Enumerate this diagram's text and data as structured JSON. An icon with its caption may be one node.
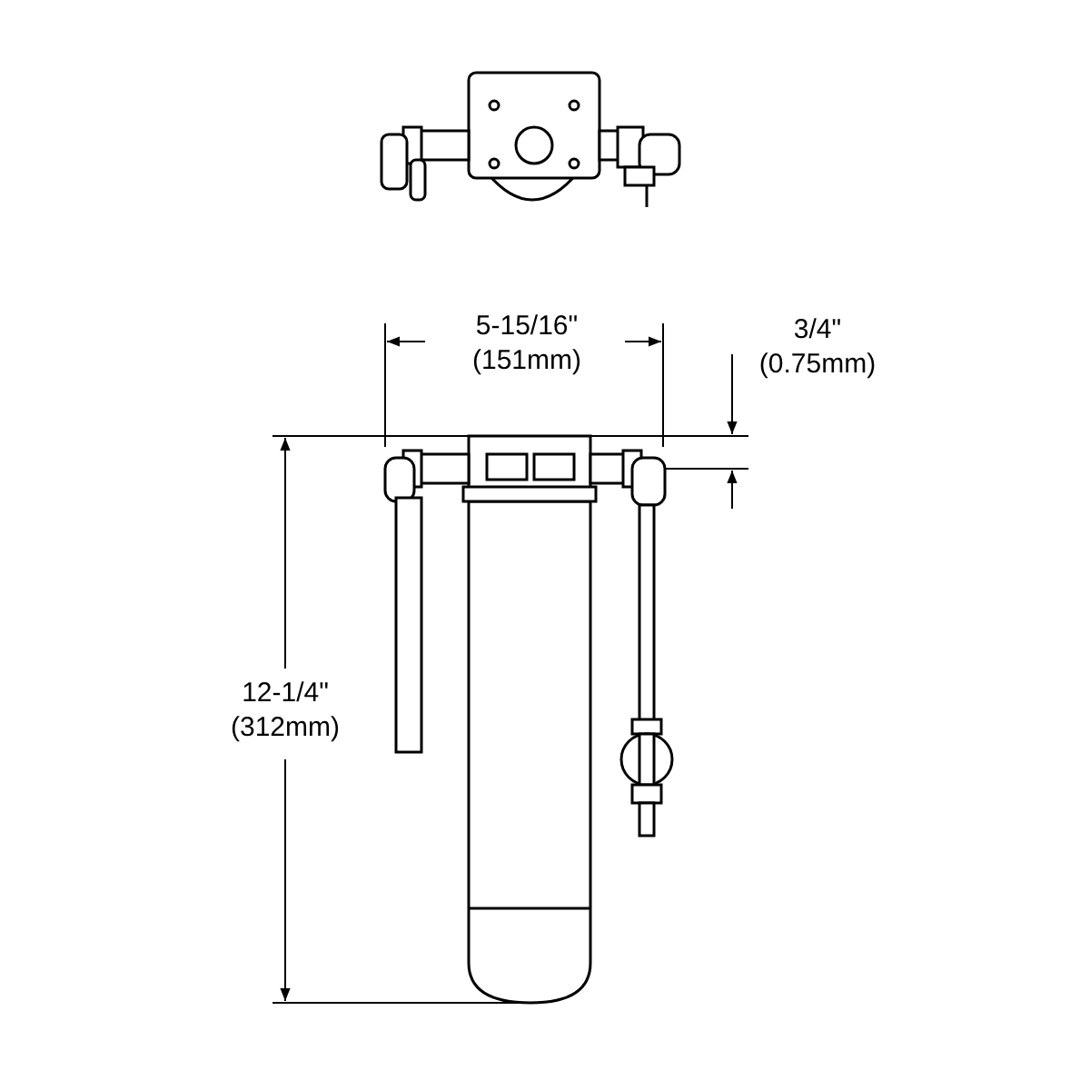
{
  "diagram": {
    "labels": [
      "5-15/16\" (151mm)",
      "3/4\" (0.75mm)",
      "12-1/4\" (312mm)"
    ]
  }
}
